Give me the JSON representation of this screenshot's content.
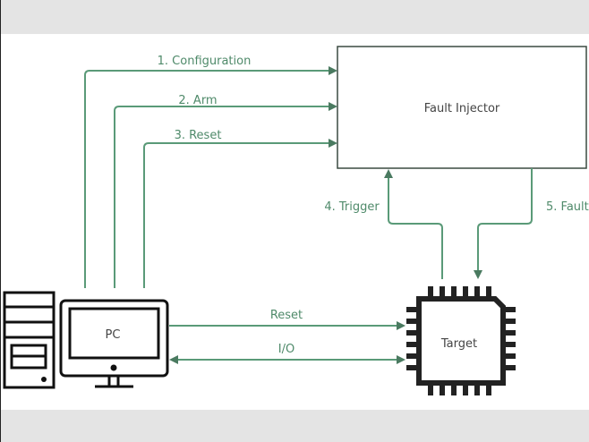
{
  "diagram": {
    "title": "Fault injection setup",
    "nodes": {
      "fault_injector": {
        "label": "Fault Injector"
      },
      "pc": {
        "label": "PC"
      },
      "target": {
        "label": "Target"
      }
    },
    "edges": [
      {
        "id": "configuration",
        "label": "1. Configuration",
        "from": "PC",
        "to": "Fault Injector"
      },
      {
        "id": "arm",
        "label": "2. Arm",
        "from": "PC",
        "to": "Fault Injector"
      },
      {
        "id": "reset-fi",
        "label": "3. Reset",
        "from": "PC",
        "to": "Fault Injector"
      },
      {
        "id": "trigger",
        "label": "4. Trigger",
        "from": "Target",
        "to": "Fault Injector"
      },
      {
        "id": "fault",
        "label": "5. Fault",
        "from": "Fault Injector",
        "to": "Target"
      },
      {
        "id": "reset-target",
        "label": "Reset",
        "from": "PC",
        "to": "Target"
      },
      {
        "id": "io",
        "label": "I/O",
        "from": "PC",
        "to": "Target",
        "bidirectional": true
      }
    ],
    "colors": {
      "edge": "#5a9a78",
      "edge_label": "#4f8a6a",
      "node_stroke": "#2b2b2b",
      "band": "#e4e4e4"
    }
  }
}
